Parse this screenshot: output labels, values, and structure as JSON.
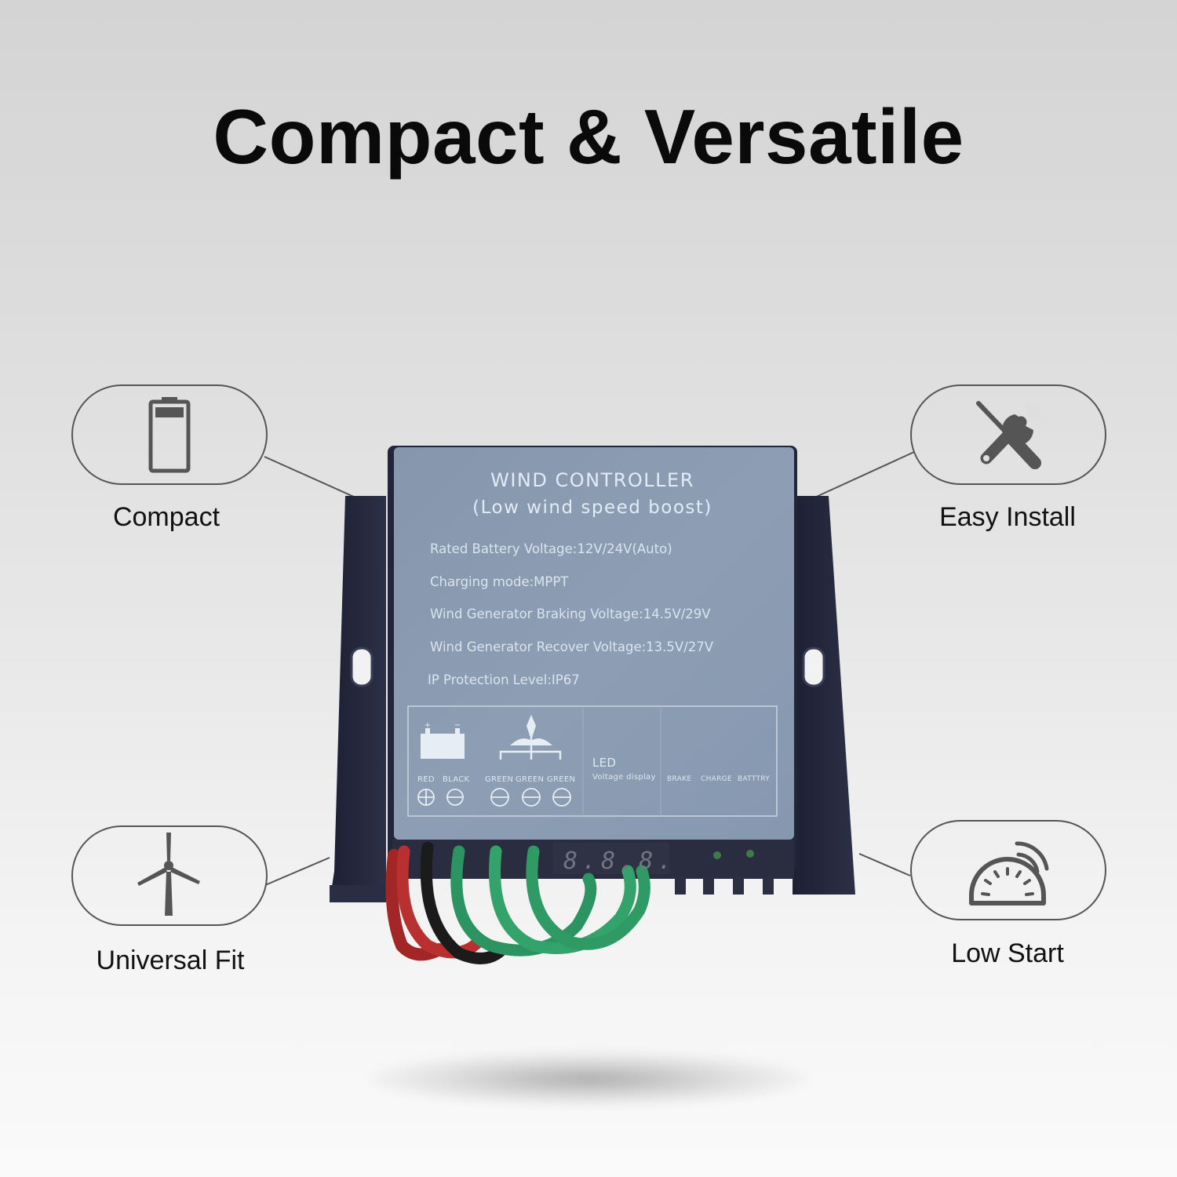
{
  "header": {
    "title": "Compact & Versatile"
  },
  "features": [
    {
      "label": "Compact",
      "icon": "battery-icon",
      "position": "top-left"
    },
    {
      "label": "Easy Install",
      "icon": "wrench-screwdriver-icon",
      "position": "top-right"
    },
    {
      "label": "Universal Fit",
      "icon": "wind-turbine-icon",
      "position": "bottom-left"
    },
    {
      "label": "Low Start",
      "icon": "speedometer-icon",
      "position": "bottom-right"
    }
  ],
  "product": {
    "title": "WIND CONTROLLER",
    "subtitle": "(Low wind speed  boost)",
    "specs": [
      "Rated Battery Voltage:12V/24V(Auto)",
      "Charging mode:MPPT",
      "Wind Generator Braking Voltage:14.5V/29V",
      "Wind Generator Recover Voltage:13.5V/27V",
      "IP Protection Level:IP67"
    ],
    "wiring": {
      "battery_terminals": [
        "RED",
        "BLACK"
      ],
      "generator_terminals": [
        "GREEN",
        "GREEN",
        "GREEN"
      ],
      "led_label": "LED",
      "led_sub": "Voltage display",
      "indicators": [
        "BRAKE",
        "CHARGE",
        "BATTTRY"
      ]
    },
    "display_digits": "8.8.8.",
    "colors": {
      "panel": "#8a9cb2",
      "body": "#22253a",
      "wire_red": "#b52a2a",
      "wire_black": "#1a1a1a",
      "wire_green": "#2f9a63"
    }
  }
}
